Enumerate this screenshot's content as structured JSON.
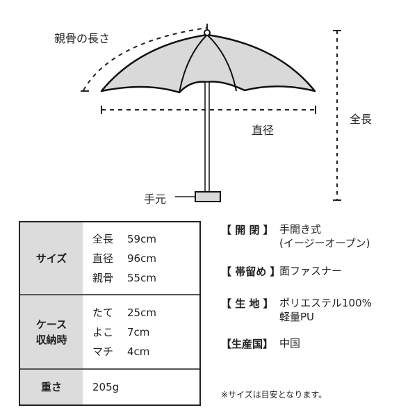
{
  "diagram": {
    "labels": {
      "rib_length": "親骨の長さ",
      "diameter": "直径",
      "total_length": "全長",
      "handle": "手元"
    },
    "colors": {
      "canopy_fill": "#d9d9d9",
      "line": "#111111",
      "table_header_bg": "#dcdcdc"
    }
  },
  "spec_table": {
    "rows": [
      {
        "header": "サイズ",
        "cells": [
          {
            "key": "全長",
            "value": "59cm"
          },
          {
            "key": "直径",
            "value": "96cm"
          },
          {
            "key": "親骨",
            "value": "55cm"
          }
        ]
      },
      {
        "header_line1": "ケース",
        "header_line2": "収納時",
        "cells": [
          {
            "key": "たて",
            "value": "25cm"
          },
          {
            "key": "よこ",
            "value": "7cm"
          },
          {
            "key": "マチ",
            "value": "4cm"
          }
        ]
      },
      {
        "header": "重さ",
        "cells": [
          {
            "value": "205g"
          }
        ]
      }
    ]
  },
  "spec_list": [
    {
      "key": "【 開 閉 】",
      "value_line1": "手開き式",
      "value_line2": "(イージーオープン)"
    },
    {
      "key": "【 帯留め 】",
      "value_line1": "面ファスナー"
    },
    {
      "key": "【 生 地 】",
      "value_line1": "ポリエステル100%",
      "value_line2": "軽量PU"
    },
    {
      "key": "【生産国】",
      "value_line1": "中国"
    }
  ],
  "note": "※サイズは目安となります。"
}
